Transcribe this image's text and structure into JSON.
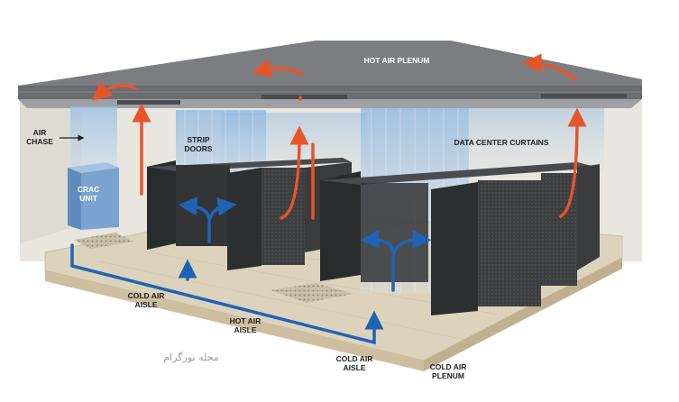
{
  "labels": {
    "hot_air_plenum": "HOT AIR PLENUM",
    "air_chase_1": "AIR",
    "air_chase_2": "CHASE",
    "strip_doors_1": "STRIP",
    "strip_doors_2": "DOORS",
    "data_center_curtains": "DATA CENTER CURTAINS",
    "crac_unit_1": "CRAC",
    "crac_unit_2": "UNIT",
    "cold_air_aisle_a_1": "COLD AIR",
    "cold_air_aisle_a_2": "AISLE",
    "hot_air_aisle_1": "HOT AIR",
    "hot_air_aisle_2": "AISLE",
    "cold_air_aisle_b_1": "COLD AIR",
    "cold_air_aisle_b_2": "AISLE",
    "cold_air_plenum_1": "COLD AIR",
    "cold_air_plenum_2": "PLENUM"
  },
  "watermark": "مجله نورگرام",
  "colors": {
    "ceiling": "#7c7d80",
    "ceiling_front": "#5e5f62",
    "wall": "#e8e6df",
    "floor": "#ddd3bd",
    "floor_edge": "#cdbf9f",
    "rack": "#3a3b3d",
    "rack_side": "#2a2b2d",
    "crac": "#7aa3cf",
    "curtain": "#a9c7e6",
    "hot_arrow": "#e8542a",
    "cold_arrow": "#1f63b5"
  }
}
